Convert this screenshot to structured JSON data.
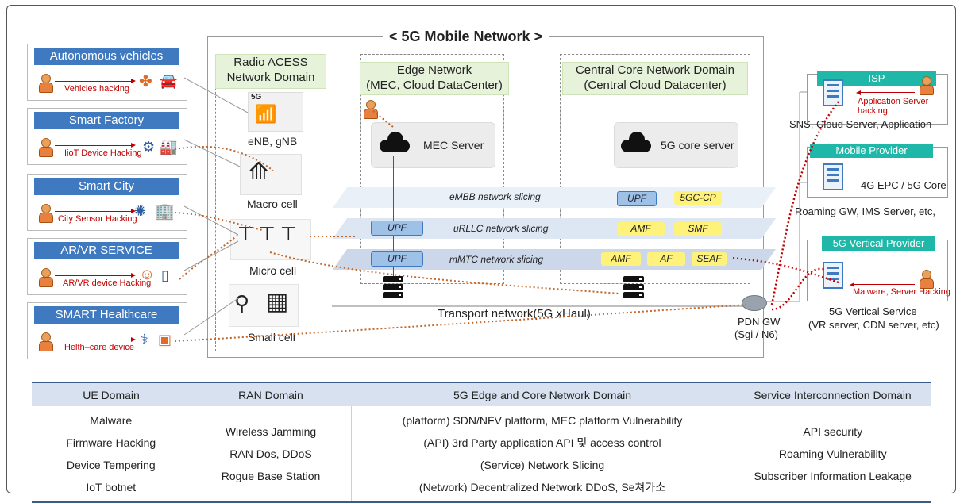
{
  "main": {
    "title": "< 5G Mobile Network >",
    "transport_label": "Transport network(5G xHaul)",
    "pdn_gw": "PDN GW",
    "pdn_gw_sub": "(Sgi / N6)"
  },
  "ue_boxes": [
    {
      "title": "Autonomous vehicles",
      "attack": "Vehicles hacking"
    },
    {
      "title": "Smart Factory",
      "attack": "IioT Device Hacking"
    },
    {
      "title": "Smart City",
      "attack": "City Sensor Hacking"
    },
    {
      "title": "AR/VR SERVICE",
      "attack": "AR/VR device Hacking"
    },
    {
      "title": "SMART Healthcare",
      "attack": "Helth–care device"
    }
  ],
  "ran": {
    "title_line1": "Radio ACESS",
    "title_line2": "Network Domain",
    "enb_label": "eNB, gNB",
    "icon_5g": "5G",
    "macro_label": "Macro cell",
    "micro_label": "Micro cell",
    "small_label": "Small cell"
  },
  "edge": {
    "title_line1": "Edge Network",
    "title_line2": "(MEC, Cloud DataCenter)",
    "server_label": "MEC Server"
  },
  "core": {
    "title_line1": "Central Core Network Domain",
    "title_line2": "(Central Cloud Datacenter)",
    "server_label": "5G core server"
  },
  "slices": {
    "embb": "eMBB network slicing",
    "urllc": "uRLLC network slicing",
    "mmtc": "mMTC network slicing"
  },
  "functions": {
    "upf": "UPF",
    "cp": "5GC-CP",
    "amf": "AMF",
    "smf": "SMF",
    "af": "AF",
    "seaf": "SEAF"
  },
  "providers": [
    {
      "title": "ISP",
      "attack": "Application Server hacking",
      "desc": "SNS, Cloud Server, Application"
    },
    {
      "title": "Mobile Provider",
      "line1": "4G EPC / 5G Core",
      "desc": "Roaming GW, IMS Server, etc,"
    },
    {
      "title": "5G Vertical Provider",
      "attack": "Malware, Server Hacking",
      "desc": "5G Vertical Service",
      "desc2": "(VR server, CDN server, etc)"
    }
  ],
  "table": {
    "headers": [
      "UE Domain",
      "RAN Domain",
      "5G Edge and Core Network Domain",
      "Service Interconnection Domain"
    ],
    "ue": [
      "Malware",
      "Firmware Hacking",
      "Device Tempering",
      "IoT botnet"
    ],
    "ran": [
      "Wireless Jamming",
      "RAN Dos, DDoS",
      "Rogue Base Station"
    ],
    "core": [
      "(platform) SDN/NFV platform, MEC platform Vulnerability",
      "(API) 3rd Party application API 및 access control",
      "(Service) Network Slicing",
      "(Network) Decentralized Network DDoS, Se쳐가소"
    ],
    "service": [
      "API security",
      "Roaming Vulnerability",
      "Subscriber Information Leakage"
    ]
  },
  "colors": {
    "ue_header": "#3f79c0",
    "provider_header": "#1fb8a8",
    "domain_header_bg": "#e6f2d9",
    "attack_red": "#c00000",
    "attack_path": "#c0662a"
  }
}
